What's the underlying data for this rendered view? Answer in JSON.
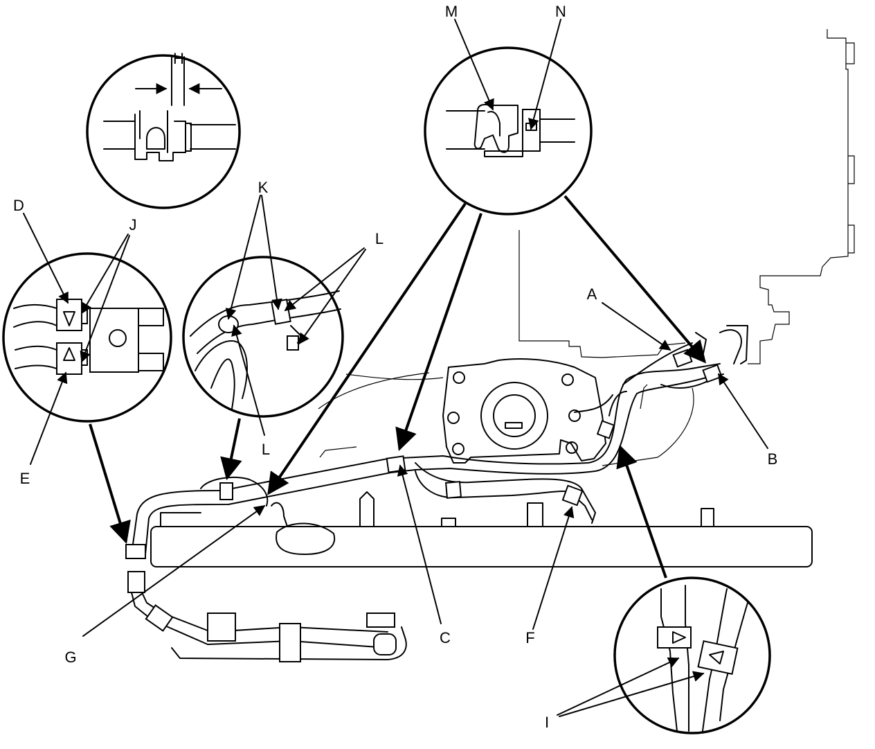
{
  "figure": {
    "colors": {
      "ink": "#000000",
      "background": "#ffffff"
    },
    "labels": {
      "A": "A",
      "B": "B",
      "C": "C",
      "D": "D",
      "E": "E",
      "F": "F",
      "G": "G",
      "H": "H",
      "I": "I",
      "J": "J",
      "K": "K",
      "L_upper": "L",
      "L_lower": "L",
      "M": "M",
      "N": "N"
    }
  }
}
